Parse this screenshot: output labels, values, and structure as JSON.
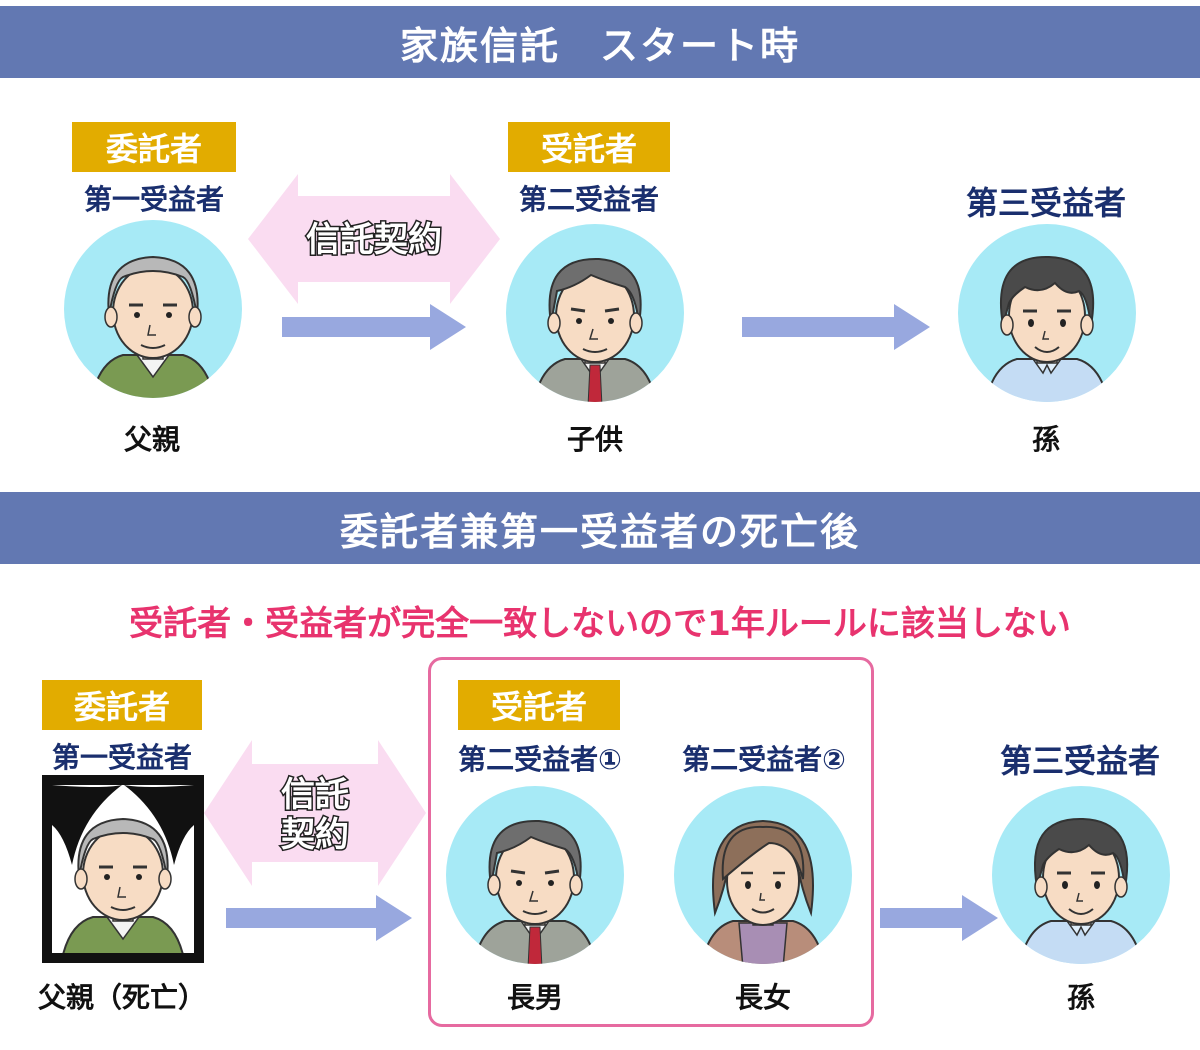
{
  "top": {
    "title": "家族信託　スタート時",
    "truster_badge": "委託者",
    "truster_role": "第一受益者",
    "truster_name": "父親",
    "contract": "信託契約",
    "trustee_badge": "受託者",
    "trustee_role": "第二受益者",
    "trustee_name": "子供",
    "third_role": "第三受益者",
    "third_name": "孫"
  },
  "bottom": {
    "title": "委託者兼第一受益者の死亡後",
    "alert": "受託者・受益者が完全一致しないので1年ルールに該当しない",
    "truster_badge": "委託者",
    "truster_role": "第一受益者",
    "truster_name": "父親（死亡）",
    "contract_line1": "信託",
    "contract_line2": "契約",
    "trustee_badge": "受託者",
    "second1_role": "第二受益者①",
    "second1_name": "長男",
    "second2_role": "第二受益者②",
    "second2_name": "長女",
    "third_role": "第三受益者",
    "third_name": "孫"
  },
  "colors": {
    "banner": "#6278b2",
    "badge": "#e2ac00",
    "role_text": "#1a2f6e",
    "alert_text": "#e8336e",
    "arrow": "#98a8df",
    "contract_arrow": "#fadcf1",
    "avatar_circle": "#a7eaf6"
  },
  "icons": [
    "elderly-man-avatar",
    "middle-aged-man-avatar",
    "young-man-avatar",
    "woman-avatar",
    "memorial-frame"
  ]
}
